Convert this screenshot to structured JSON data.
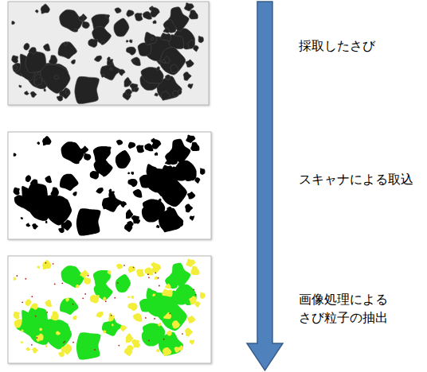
{
  "diagram": {
    "labels": [
      "採取したさび",
      "スキャナによる取込",
      "画像処理による さび粒子の抽出"
    ]
  }
}
